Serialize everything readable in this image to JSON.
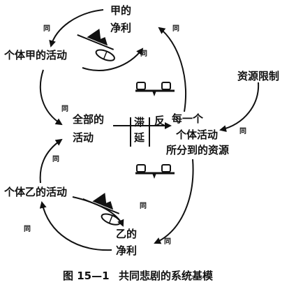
{
  "nodes": {
    "a_profit_line1": "甲的",
    "a_profit_line2": "净利",
    "a_activity": "个体甲的活动",
    "total_line1": "全部的",
    "total_line2": "活动",
    "delay_line1": "滞",
    "delay_line2": "延",
    "opposite": "反",
    "each_line1": "每一个",
    "each_line2": "个体活动",
    "each_line3": "所分到的资源",
    "limit": "资源限制",
    "b_activity": "个体乙的活动",
    "b_profit_line1": "乙的",
    "b_profit_line2": "净利"
  },
  "link_labels": {
    "same": "同"
  },
  "caption": {
    "figure_no": "图 15—1",
    "title": "共同悲剧的系统基模"
  }
}
